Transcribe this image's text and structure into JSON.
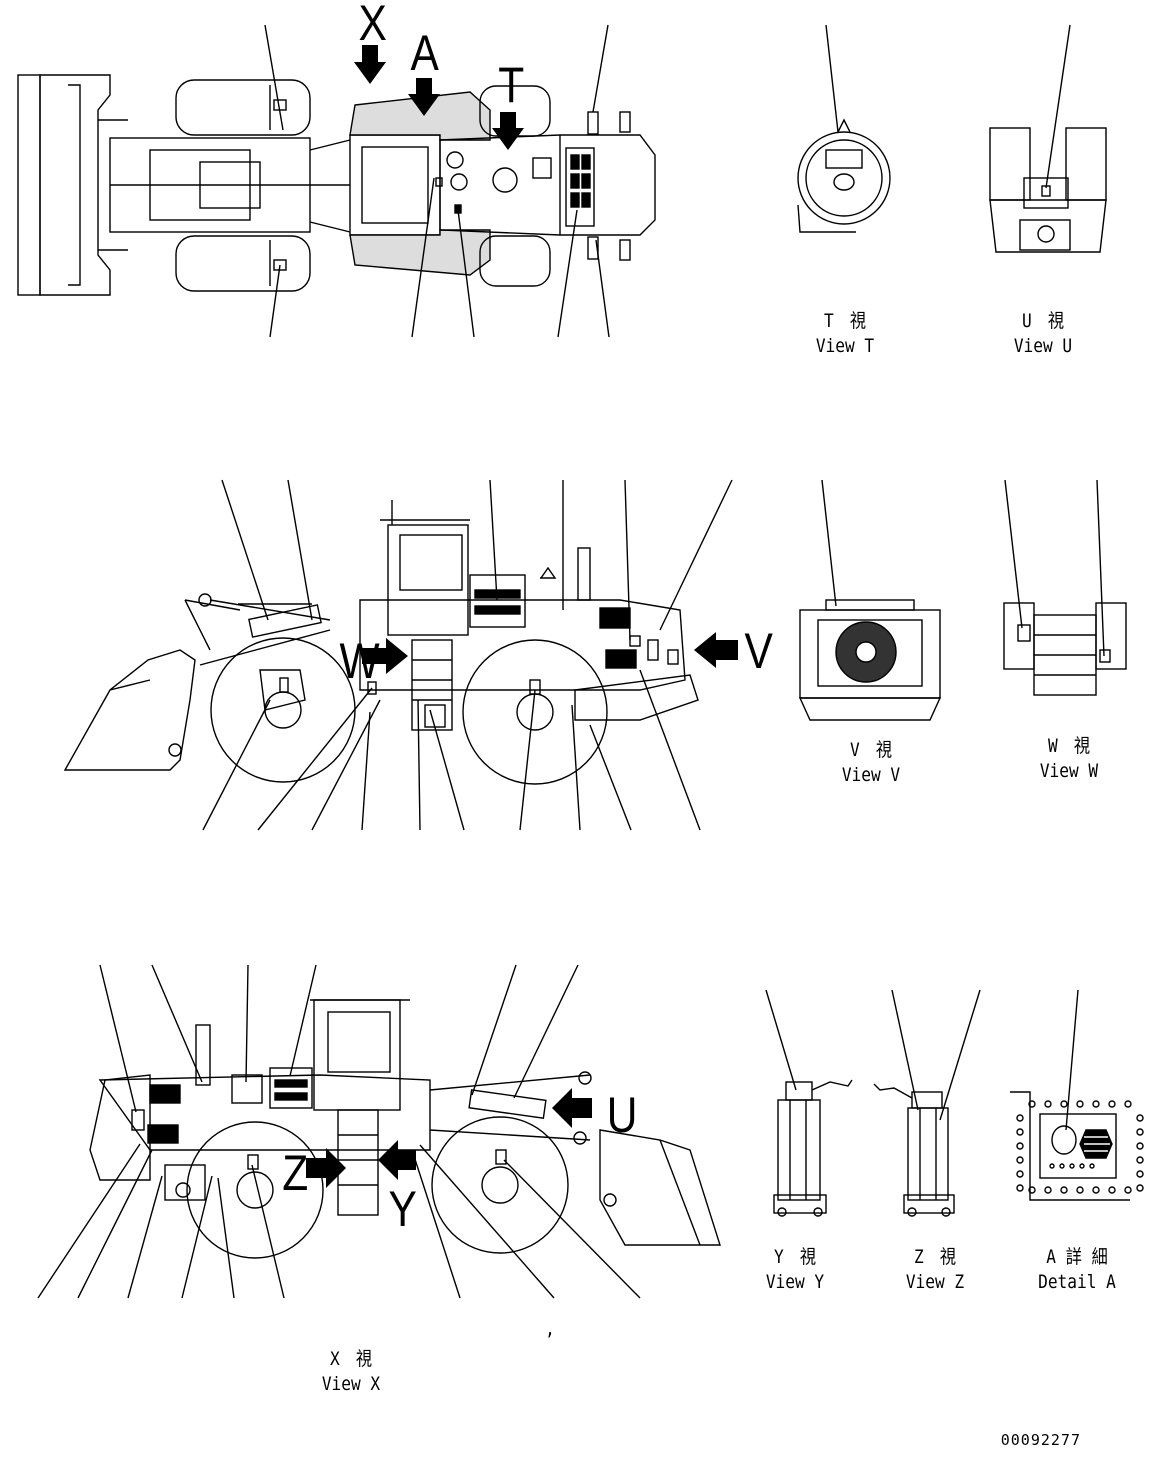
{
  "views": {
    "t": {
      "jp": "T　視",
      "en": "View T"
    },
    "u": {
      "jp": "U　視",
      "en": "View U"
    },
    "v": {
      "jp": "V　視",
      "en": "View V"
    },
    "w": {
      "jp": "W　視",
      "en": "View W"
    },
    "x": {
      "jp": "X　視",
      "en": "View X"
    },
    "y": {
      "jp": "Y　視",
      "en": "View Y"
    },
    "z": {
      "jp": "Z　視",
      "en": "View Z"
    },
    "a": {
      "jp": "A 詳 細",
      "en": "Detail A"
    }
  },
  "arrows": {
    "x_top": "X",
    "a_top": "A",
    "t_top": "T",
    "w_side": "W",
    "v_side": "V",
    "u_side": "U",
    "z_side": "Z",
    "y_side": "Y"
  },
  "stray_mark": ",",
  "drawing_number": "00092277"
}
